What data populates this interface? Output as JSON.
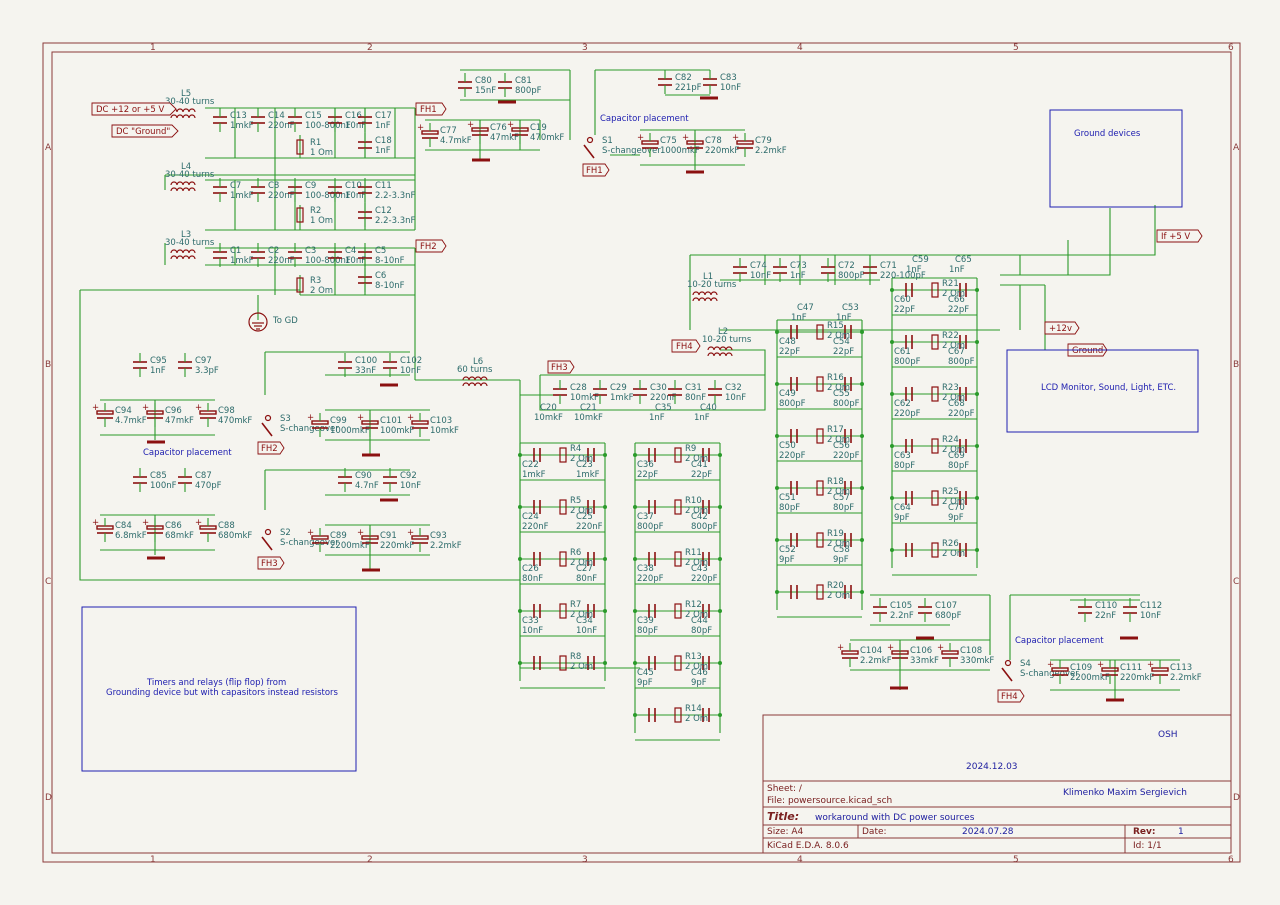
{
  "frame": {
    "col_labels": [
      "1",
      "2",
      "3",
      "4",
      "5",
      "6"
    ],
    "row_labels": [
      "A",
      "B",
      "C",
      "D"
    ]
  },
  "title_block": {
    "company": "OSH",
    "issue_date": "2024.12.03",
    "author": "Klimenko Maxim Sergievich",
    "sheet": "Sheet: /",
    "file": "File: powersource.kicad_sch",
    "title_label": "Title:",
    "title": "workaround with DC power sources",
    "size_label": "Size: A4",
    "date_label": "Date:",
    "date": "2024.07.28",
    "rev_label": "Rev:",
    "rev": "1",
    "tool": "KiCad E.D.A. 8.0.6",
    "id": "Id: 1/1"
  },
  "ports": {
    "dc_in": "DC +12 or +5 V",
    "dc_ground": "DC \"Ground\"",
    "fh1": "FH1",
    "fh2": "FH2",
    "fh3": "FH3",
    "fh4": "FH4",
    "if5v": "If +5 V",
    "plus12v": "+12v",
    "ground": "Ground"
  },
  "notes": {
    "ground_devices": "Ground devices",
    "lcd": "LCD Monitor, Sound, Light, ETC.",
    "timers_line1": "Timers and relays (flip flop) from",
    "timers_line2": "Grounding device but with capasitors instead resistors",
    "cap_placement": "Capacitor placement",
    "to_gd": "To GD"
  },
  "labels": [
    {
      "r": "L5",
      "v": "30-40 turns"
    },
    {
      "r": "L4",
      "v": "30-40 turns"
    },
    {
      "r": "L3",
      "v": "30-40 turns"
    },
    {
      "r": "L6",
      "v": "60 turns"
    },
    {
      "r": "L1",
      "v": "10-20 turns"
    },
    {
      "r": "L2",
      "v": "10-20 turns"
    },
    {
      "r": "C13",
      "v": "1mkF"
    },
    {
      "r": "C14",
      "v": "220nF"
    },
    {
      "r": "C15",
      "v": "100-800nF"
    },
    {
      "r": "C16",
      "v": "10nF"
    },
    {
      "r": "C17",
      "v": "1nF"
    },
    {
      "r": "C18",
      "v": "1nF"
    },
    {
      "r": "R1",
      "v": "1 Om"
    },
    {
      "r": "C7",
      "v": "1mkF"
    },
    {
      "r": "C8",
      "v": "220nF"
    },
    {
      "r": "C9",
      "v": "100-800nF"
    },
    {
      "r": "C10",
      "v": "10nF"
    },
    {
      "r": "C11",
      "v": "2.2-3.3nF"
    },
    {
      "r": "C12",
      "v": "2.2-3.3nF"
    },
    {
      "r": "R2",
      "v": "1 Om"
    },
    {
      "r": "C1",
      "v": "1mkF"
    },
    {
      "r": "C2",
      "v": "220nF"
    },
    {
      "r": "C3",
      "v": "100-800nF"
    },
    {
      "r": "C4",
      "v": "10nF"
    },
    {
      "r": "C5",
      "v": "8-10nF"
    },
    {
      "r": "C6",
      "v": "8-10nF"
    },
    {
      "r": "R3",
      "v": "2 Om"
    },
    {
      "r": "C80",
      "v": "15nF"
    },
    {
      "r": "C81",
      "v": "800pF"
    },
    {
      "r": "C77",
      "v": "4.7mkF"
    },
    {
      "r": "C76",
      "v": "47mkF"
    },
    {
      "r": "C19",
      "v": "470mkF"
    },
    {
      "r": "C82",
      "v": "221pF"
    },
    {
      "r": "C83",
      "v": "10nF"
    },
    {
      "r": "S1",
      "v": "S-changeover"
    },
    {
      "r": "C75",
      "v": "1000mkF"
    },
    {
      "r": "C78",
      "v": "220mkF"
    },
    {
      "r": "C79",
      "v": "2.2mkF"
    },
    {
      "r": "C95",
      "v": "1nF"
    },
    {
      "r": "C97",
      "v": "3.3pF"
    },
    {
      "r": "C94",
      "v": "4.7mkF"
    },
    {
      "r": "C96",
      "v": "47mkF"
    },
    {
      "r": "C98",
      "v": "470mkF"
    },
    {
      "r": "C100",
      "v": "33nF"
    },
    {
      "r": "C102",
      "v": "10nF"
    },
    {
      "r": "S3",
      "v": "S-changeover"
    },
    {
      "r": "C99",
      "v": "1000mkF"
    },
    {
      "r": "C101",
      "v": "100mkF"
    },
    {
      "r": "C103",
      "v": "10mkF"
    },
    {
      "r": "C85",
      "v": "100nF"
    },
    {
      "r": "C87",
      "v": "470pF"
    },
    {
      "r": "C84",
      "v": "6.8mkF"
    },
    {
      "r": "C86",
      "v": "68mkF"
    },
    {
      "r": "C88",
      "v": "680mkF"
    },
    {
      "r": "C90",
      "v": "4.7nF"
    },
    {
      "r": "C92",
      "v": "10nF"
    },
    {
      "r": "S2",
      "v": "S-changeover"
    },
    {
      "r": "C89",
      "v": "2200mkF"
    },
    {
      "r": "C91",
      "v": "220mkF"
    },
    {
      "r": "C93",
      "v": "2.2mkF"
    },
    {
      "r": "C28",
      "v": "10mkF"
    },
    {
      "r": "C29",
      "v": "1mkF"
    },
    {
      "r": "C30",
      "v": "220nF"
    },
    {
      "r": "C31",
      "v": "80nF"
    },
    {
      "r": "C32",
      "v": "10nF"
    },
    {
      "r": "C20",
      "v": "10mkF"
    },
    {
      "r": "C21",
      "v": "10mkF"
    },
    {
      "r": "C35",
      "v": "1nF"
    },
    {
      "r": "C40",
      "v": "1nF"
    },
    {
      "r": "C74",
      "v": "10nF"
    },
    {
      "r": "C73",
      "v": "1nF"
    },
    {
      "r": "C72",
      "v": "800pF"
    },
    {
      "r": "C71",
      "v": "220-100pF"
    },
    {
      "r": "C59",
      "v": "1nF"
    },
    {
      "r": "C65",
      "v": "1nF"
    },
    {
      "r": "C47",
      "v": "1nF"
    },
    {
      "r": "C53",
      "v": "1nF"
    },
    {
      "r": "C105",
      "v": "2.2nF"
    },
    {
      "r": "C107",
      "v": "680pF"
    },
    {
      "r": "C104",
      "v": "2.2mkF"
    },
    {
      "r": "C106",
      "v": "33mkF"
    },
    {
      "r": "C108",
      "v": "330mkF"
    },
    {
      "r": "C110",
      "v": "22nF"
    },
    {
      "r": "C112",
      "v": "10nF"
    },
    {
      "r": "S4",
      "v": "S-changeover"
    },
    {
      "r": "C109",
      "v": "2200mkF"
    },
    {
      "r": "C111",
      "v": "220mkF"
    },
    {
      "r": "C113",
      "v": "2.2mkF"
    }
  ],
  "ladders": [
    {
      "id": "A",
      "items": [
        {
          "c1": "C22",
          "r": "R4",
          "v1": "1mkF",
          "v2": "1mkF",
          "c2": "C23"
        },
        {
          "c1": "C24",
          "r": "R5",
          "v1": "220nF",
          "v2": "220nF",
          "c2": "C25"
        },
        {
          "c1": "C26",
          "r": "R6",
          "v1": "80nF",
          "v2": "80nF",
          "c2": "C27"
        },
        {
          "c1": "C33",
          "r": "R7",
          "v1": "10nF",
          "v2": "10nF",
          "c2": "C34"
        },
        {
          "c1": "",
          "r": "R8",
          "v1": "",
          "v2": "",
          "c2": ""
        }
      ]
    },
    {
      "id": "B",
      "items": [
        {
          "c1": "C36",
          "r": "R9",
          "v1": "22pF",
          "v2": "22pF",
          "c2": "C41"
        },
        {
          "c1": "C37",
          "r": "R10",
          "v1": "800pF",
          "v2": "800pF",
          "c2": "C42"
        },
        {
          "c1": "C38",
          "r": "R11",
          "v1": "220pF",
          "v2": "220pF",
          "c2": "C43"
        },
        {
          "c1": "C39",
          "r": "R12",
          "v1": "80pF",
          "v2": "80pF",
          "c2": "C44"
        },
        {
          "c1": "C45",
          "r": "R13",
          "v1": "9pF",
          "v2": "9pF",
          "c2": "C46"
        },
        {
          "c1": "",
          "r": "R14",
          "v1": "",
          "v2": "",
          "c2": ""
        }
      ]
    },
    {
      "id": "C",
      "items": [
        {
          "c1": "C48",
          "r": "R15",
          "v1": "22pF",
          "v2": "22pF",
          "c2": "C54"
        },
        {
          "c1": "C49",
          "r": "R16",
          "v1": "800pF",
          "v2": "800pF",
          "c2": "C55"
        },
        {
          "c1": "C50",
          "r": "R17",
          "v1": "220pF",
          "v2": "220pF",
          "c2": "C56"
        },
        {
          "c1": "C51",
          "r": "R18",
          "v1": "80pF",
          "v2": "80pF",
          "c2": "C57"
        },
        {
          "c1": "C52",
          "r": "R19",
          "v1": "9pF",
          "v2": "9pF",
          "c2": "C58"
        },
        {
          "c1": "",
          "r": "R20",
          "v1": "",
          "v2": "",
          "c2": ""
        }
      ]
    },
    {
      "id": "D",
      "items": [
        {
          "c1": "C60",
          "r": "R21",
          "v1": "22pF",
          "v2": "22pF",
          "c2": "C66"
        },
        {
          "c1": "C61",
          "r": "R22",
          "v1": "800pF",
          "v2": "800pF",
          "c2": "C67"
        },
        {
          "c1": "C62",
          "r": "R23",
          "v1": "220pF",
          "v2": "220pF",
          "c2": "C68"
        },
        {
          "c1": "C63",
          "r": "R24",
          "v1": "80pF",
          "v2": "80pF",
          "c2": "C69"
        },
        {
          "c1": "C64",
          "r": "R25",
          "v1": "9pF",
          "v2": "9pF",
          "c2": "C70"
        },
        {
          "c1": "",
          "r": "R26",
          "v1": "",
          "v2": "",
          "c2": ""
        }
      ]
    }
  ],
  "ladder_resistor_value": "2 Om"
}
